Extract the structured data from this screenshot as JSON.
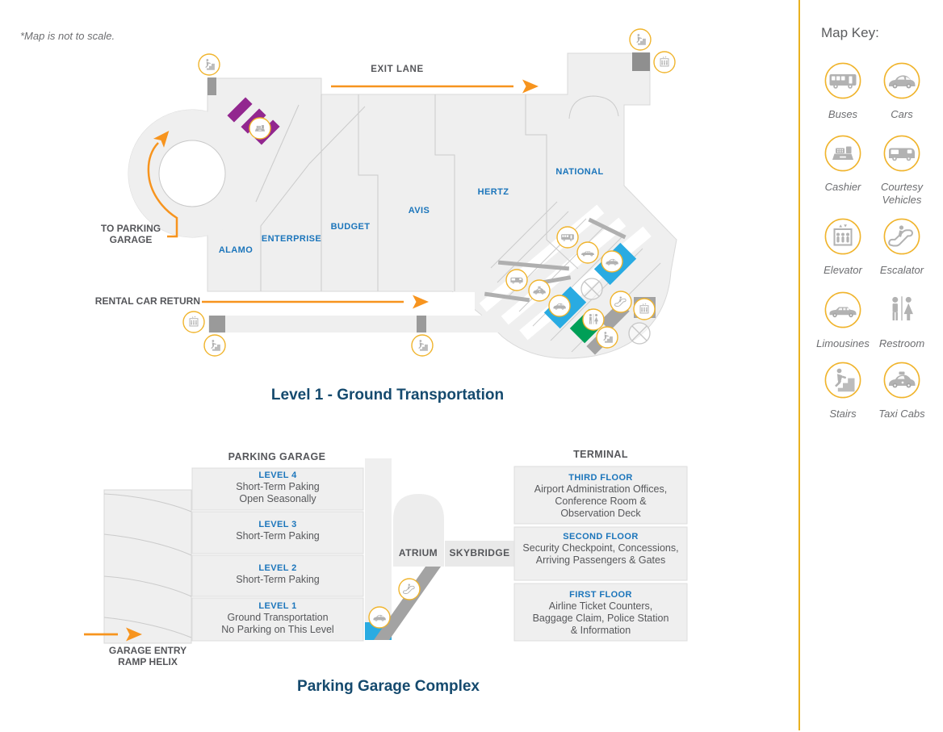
{
  "note": "*Map is not to scale.",
  "colors": {
    "accent_orange": "#F7941E",
    "ring_yellow": "#F0B42C",
    "zone_blue": "#1B75BB",
    "title_navy": "#154A6E",
    "purple": "#92278F",
    "sky_blue": "#29ABE2",
    "green": "#009F57",
    "divider_yellow": "#E9B120",
    "text_gray": "#58595B"
  },
  "level1_map": {
    "title": "Level 1 - Ground Transportation",
    "exit_lane": "EXIT LANE",
    "to_parking_garage": "TO PARKING\nGARAGE",
    "rental_car_return": "RENTAL CAR RETURN",
    "zones": [
      "ALAMO",
      "ENTERPRISE",
      "BUDGET",
      "AVIS",
      "HERTZ",
      "NATIONAL"
    ]
  },
  "garage_complex": {
    "title": "Parking Garage Complex",
    "garage_heading": "PARKING GARAGE",
    "terminal_heading": "TERMINAL",
    "atrium_label": "ATRIUM",
    "skybridge_label": "SKYBRIDGE",
    "garage_entry_label": "GARAGE ENTRY\nRAMP HELIX",
    "garage_levels": [
      {
        "name": "LEVEL 4",
        "desc": "Short-Term Paking\nOpen Seasonally"
      },
      {
        "name": "LEVEL 3",
        "desc": "Short-Term Paking"
      },
      {
        "name": "LEVEL 2",
        "desc": "Short-Term Paking"
      },
      {
        "name": "LEVEL 1",
        "desc": "Ground Transportation\nNo Parking on This Level"
      }
    ],
    "terminal_floors": [
      {
        "name": "THIRD FLOOR",
        "desc": "Airport Administration Offices,\nConference Room &\nObservation Deck"
      },
      {
        "name": "SECOND FLOOR",
        "desc": "Security Checkpoint, Concessions,\nArriving Passengers & Gates"
      },
      {
        "name": "FIRST FLOOR",
        "desc": "Airline Ticket Counters,\nBaggage Claim, Police Station\n& Information"
      }
    ]
  },
  "map_key": {
    "heading": "Map Key:",
    "items": [
      {
        "label": "Buses",
        "icon": "bus-icon"
      },
      {
        "label": "Cars",
        "icon": "car-icon"
      },
      {
        "label": "Cashier",
        "icon": "cashier-icon"
      },
      {
        "label": "Courtesy\nVehicles",
        "icon": "courtesy-vehicles-icon"
      },
      {
        "label": "Elevator",
        "icon": "elevator-icon"
      },
      {
        "label": "Escalator",
        "icon": "escalator-icon"
      },
      {
        "label": "Limousines",
        "icon": "limousine-icon"
      },
      {
        "label": "Restroom",
        "icon": "restroom-icon"
      },
      {
        "label": "Stairs",
        "icon": "stairs-icon"
      },
      {
        "label": "Taxi Cabs",
        "icon": "taxi-icon"
      }
    ]
  }
}
